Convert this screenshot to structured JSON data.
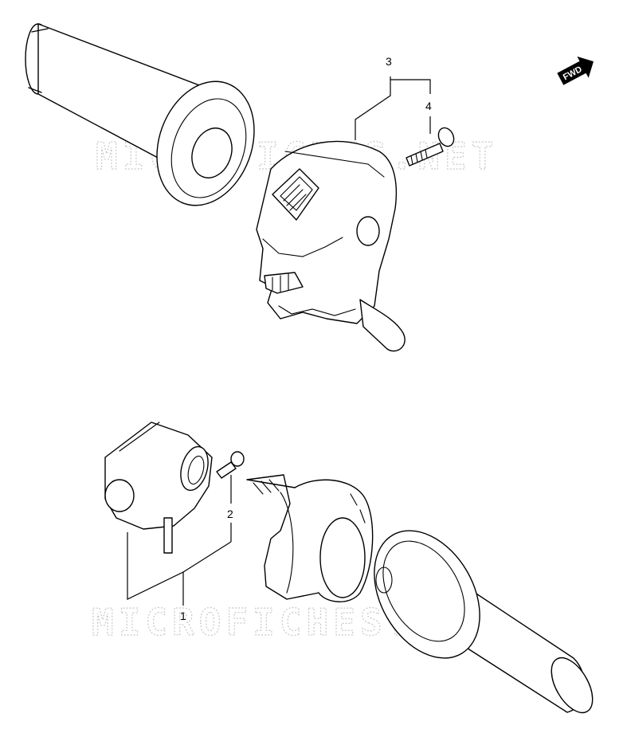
{
  "watermark": {
    "top_text": "MICROFICHES.NET",
    "bottom_text": "MICROFICHES.NET"
  },
  "direction_badge": {
    "label": "FWD"
  },
  "callouts": [
    {
      "id": "1",
      "label": "1"
    },
    {
      "id": "2",
      "label": "2"
    },
    {
      "id": "3",
      "label": "3"
    },
    {
      "id": "4",
      "label": "4"
    }
  ],
  "colors": {
    "line": "#000000",
    "watermark": "#c8c8c8",
    "background": "#ffffff"
  }
}
